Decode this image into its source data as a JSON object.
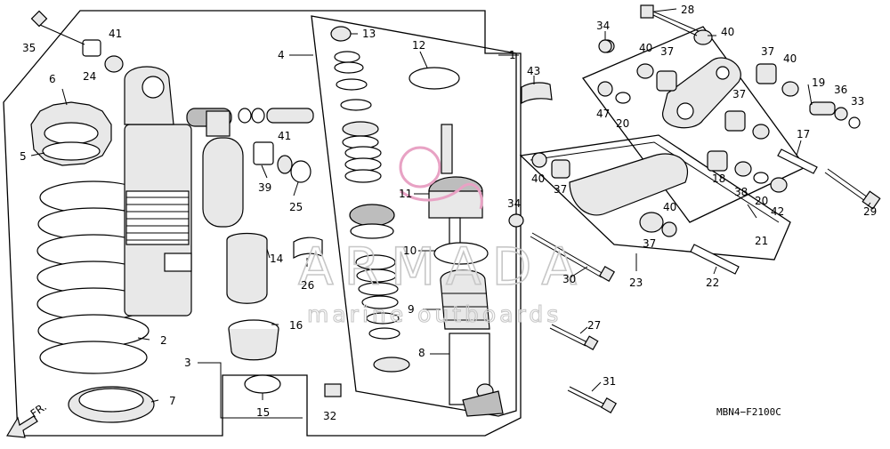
{
  "diagram_code": "MBN4−F2100C",
  "watermark": {
    "brand": "ARMADA",
    "tagline": "marine outboards"
  },
  "front_arrow_label": "FR.",
  "callouts": {
    "c1": "1",
    "c2": "2",
    "c3": "3",
    "c4": "4",
    "c5": "5",
    "c6": "6",
    "c7": "7",
    "c8": "8",
    "c9": "9",
    "c10": "10",
    "c11": "11",
    "c12": "12",
    "c13": "13",
    "c14": "14",
    "c15": "15",
    "c16": "16",
    "c17": "17",
    "c18": "18",
    "c19": "19",
    "c20a": "20",
    "c20b": "20",
    "c21": "21",
    "c22": "22",
    "c23": "23",
    "c24": "24",
    "c25": "25",
    "c26": "26",
    "c27": "27",
    "c28": "28",
    "c29": "29",
    "c30": "30",
    "c31": "31",
    "c32": "32",
    "c33": "33",
    "c34a": "34",
    "c34b": "34",
    "c35": "35",
    "c36": "36",
    "c37a": "37",
    "c37b": "37",
    "c37c": "37",
    "c37d": "37",
    "c37e": "37",
    "c38": "38",
    "c39": "39",
    "c40a": "40",
    "c40b": "40",
    "c40c": "40",
    "c40d": "40",
    "c40e": "40",
    "c41a": "41",
    "c41b": "41",
    "c42": "42",
    "c43": "43",
    "c47": "47"
  },
  "colors": {
    "line": "#000000",
    "watermark_gray": "#c7c7c7",
    "watermark_pink": "#e8a2c4"
  }
}
